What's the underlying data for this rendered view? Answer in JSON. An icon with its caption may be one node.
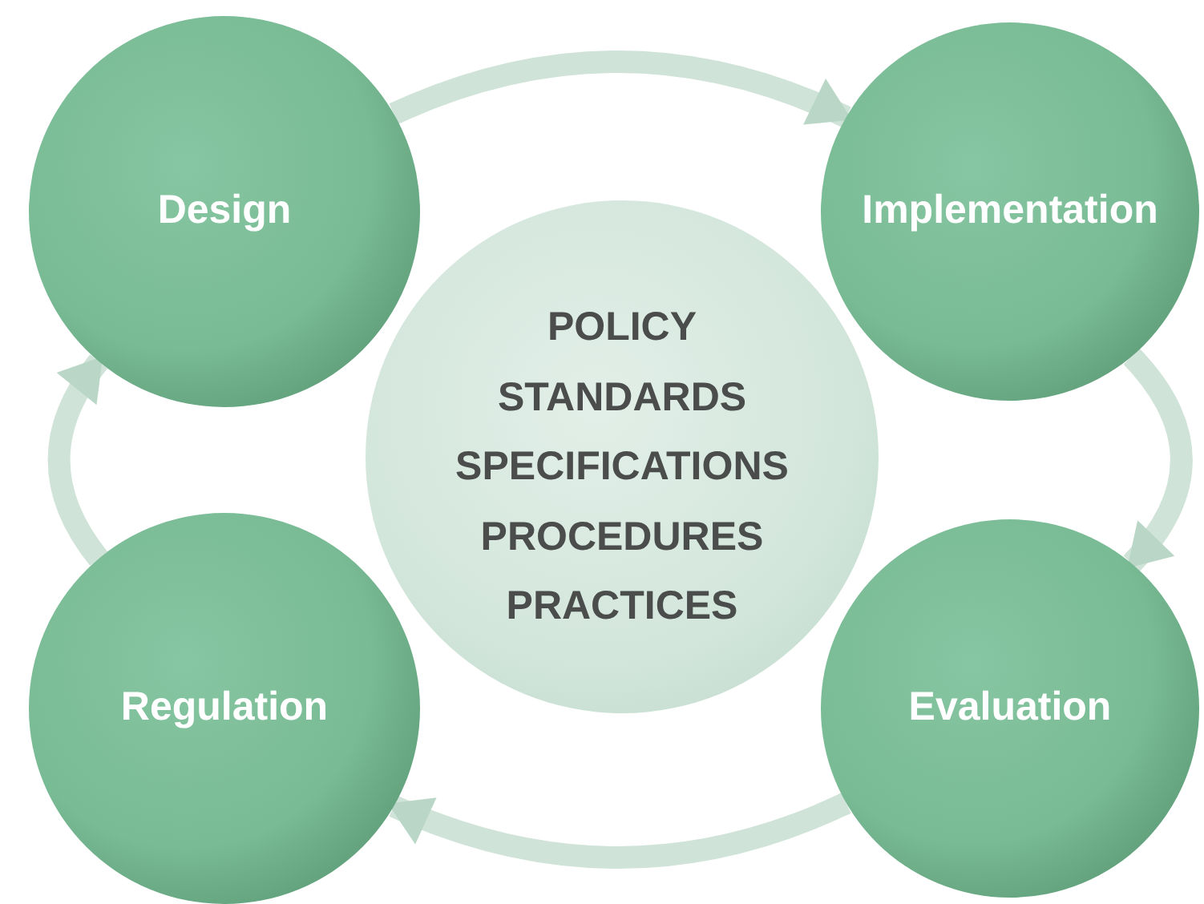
{
  "diagram": {
    "nodes": [
      {
        "text": [
          "Design"
        ]
      },
      {
        "text": [
          "Implementation"
        ]
      },
      {
        "text": [
          "Evaluation"
        ]
      },
      {
        "text": [
          "Regulation"
        ]
      },
      {
        "text": [
          "POLICY",
          "STANDARDS",
          "SPECIFICATIONS",
          "PROCEDURES",
          "PRACTICES"
        ]
      }
    ],
    "edges": [
      {
        "from": 0,
        "to": 1,
        "arrow": "to"
      },
      {
        "from": 1,
        "to": 2,
        "arrow": "to"
      },
      {
        "from": 2,
        "to": 3,
        "arrow": "to"
      },
      {
        "from": 3,
        "to": 0,
        "arrow": "to"
      }
    ]
  }
}
